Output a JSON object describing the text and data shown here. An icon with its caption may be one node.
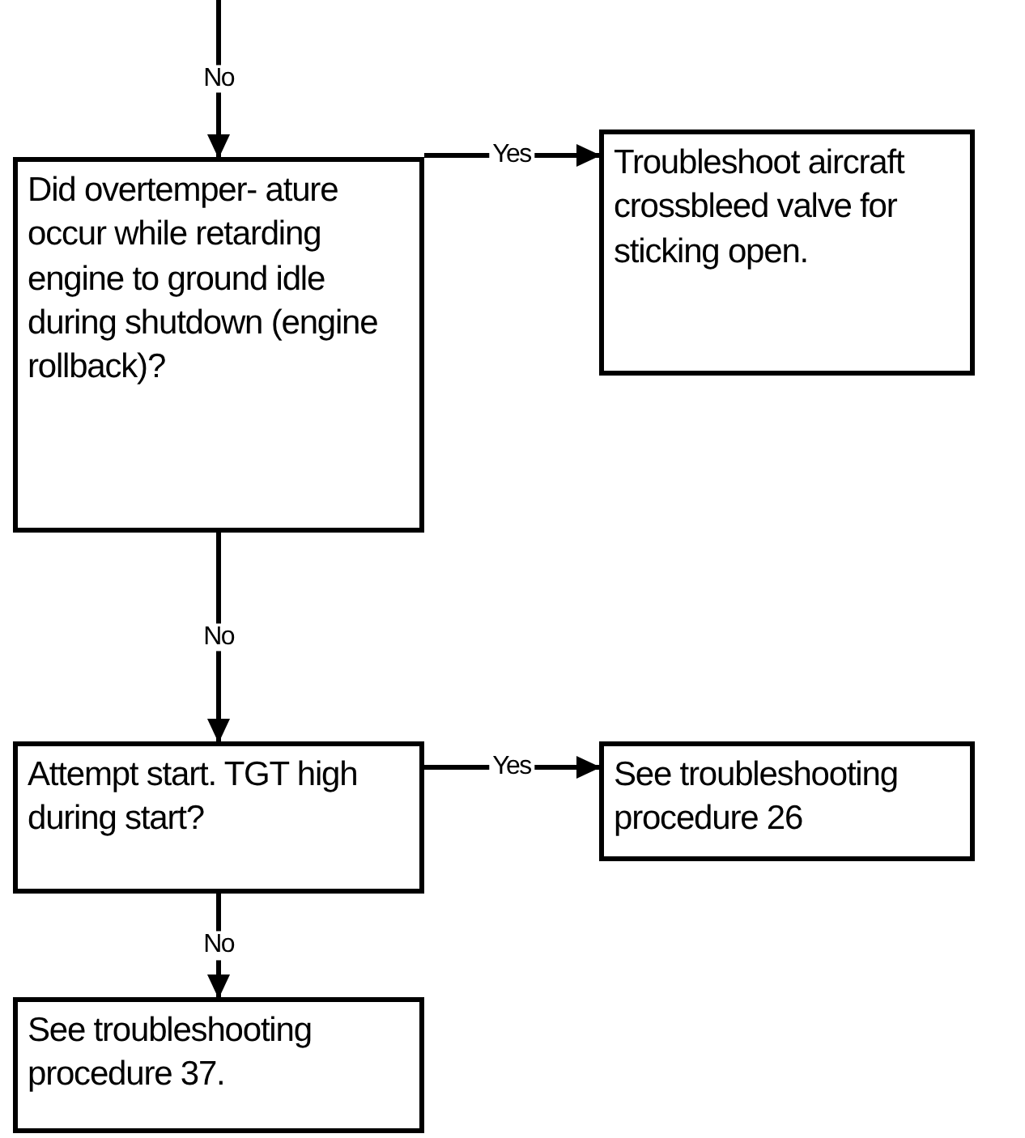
{
  "diagram": {
    "nodes": [
      {
        "text": [
          "Did overtemper- ature occur while retarding engine to ground idle during shutdown (engine rollback)?"
        ]
      },
      {
        "text": [
          "Troubleshoot aircraft crossbleed valve for sticking open."
        ]
      },
      {
        "text": [
          "Attempt start.  TGT high during start?"
        ]
      },
      {
        "text": [
          "See troubleshooting procedure 26"
        ]
      },
      {
        "text": [
          "See troubleshooting procedure 37."
        ]
      }
    ],
    "edges": [
      {
        "from": null,
        "to": 0,
        "arrow": "to",
        "label": "No"
      },
      {
        "from": 0,
        "to": 1,
        "arrow": "to",
        "label": "Yes"
      },
      {
        "from": 0,
        "to": 2,
        "arrow": "to",
        "label": "No"
      },
      {
        "from": 2,
        "to": 3,
        "arrow": "to",
        "label": "Yes"
      },
      {
        "from": 2,
        "to": 4,
        "arrow": "to",
        "label": "No"
      }
    ]
  }
}
